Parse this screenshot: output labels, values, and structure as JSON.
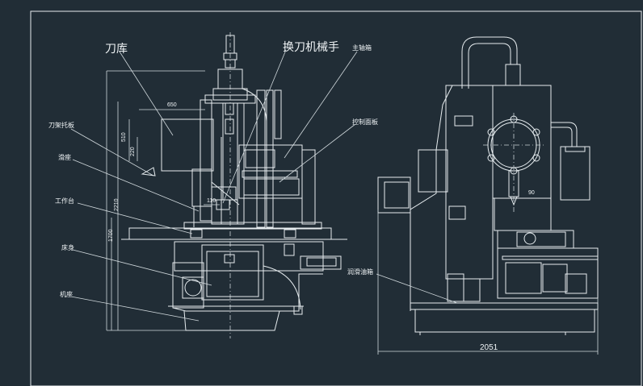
{
  "labels": {
    "tool_magazine": "刀库",
    "tool_changer_arm": "换刀机械手",
    "spindle_box": "主轴箱",
    "control_panel": "控制面板",
    "tool_pallet": "刀架托板",
    "saddle": "滑座",
    "worktable": "工作台",
    "bed": "床身",
    "base": "机座",
    "oil_tank": "润滑油箱"
  },
  "dimensions": {
    "d650": "650",
    "d510": "510",
    "d220": "220",
    "d2210": "2210",
    "d1700": "1700",
    "d110": "110",
    "d2051": "2051",
    "d90": "90"
  },
  "colors": {
    "background": "#212d36",
    "line": "#e6ecef"
  }
}
